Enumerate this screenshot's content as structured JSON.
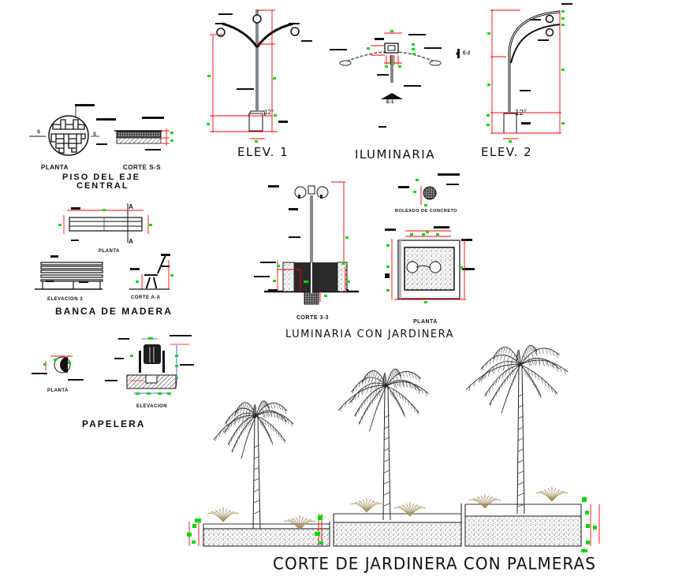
{
  "sheet": {
    "colors": {
      "line": "#111111",
      "dimension": "#ff0000",
      "dim_text": "#00dd00",
      "plant": "#b08a2e",
      "plant_gray": "#9a9a9a"
    }
  },
  "piso": {
    "planta_label": "PLANTA",
    "corte_label": "CORTE S-S",
    "title_line1": "PISO DEL EJE",
    "title_line2": "CENTRAL",
    "section_marker_left": "S",
    "section_marker_right": "S"
  },
  "luminaria": {
    "elev1_title": "ELEV. 1",
    "elev2_title": "ELEV. 2",
    "plan_title": "ILUMINARIA",
    "section_marker_1": "E-1",
    "section_marker_2": "E-2",
    "angle_label_1": "12°",
    "angle_label_2": "12°"
  },
  "banca": {
    "planta_label": "PLANTA",
    "elevacion_label": "ELEVACION 3",
    "corte_label": "CORTE A-A",
    "title": "BANCA DE MADERA",
    "section_a_top": "A",
    "section_a_bottom": "A"
  },
  "luminaria_jardinera": {
    "corte_label": "CORTE 3-3",
    "planta_label": "PLANTA",
    "boleado_label": "BOLEADO DE CONCRETO",
    "title": "LUMINARIA CON JARDINERA"
  },
  "papelera": {
    "planta_label": "PLANTA",
    "elevacion_label": "ELEVACION",
    "title": "PAPELERA"
  },
  "jardinera_palmeras": {
    "title": "CORTE DE JARDINERA CON PALMERAS",
    "palm_count": 3
  }
}
